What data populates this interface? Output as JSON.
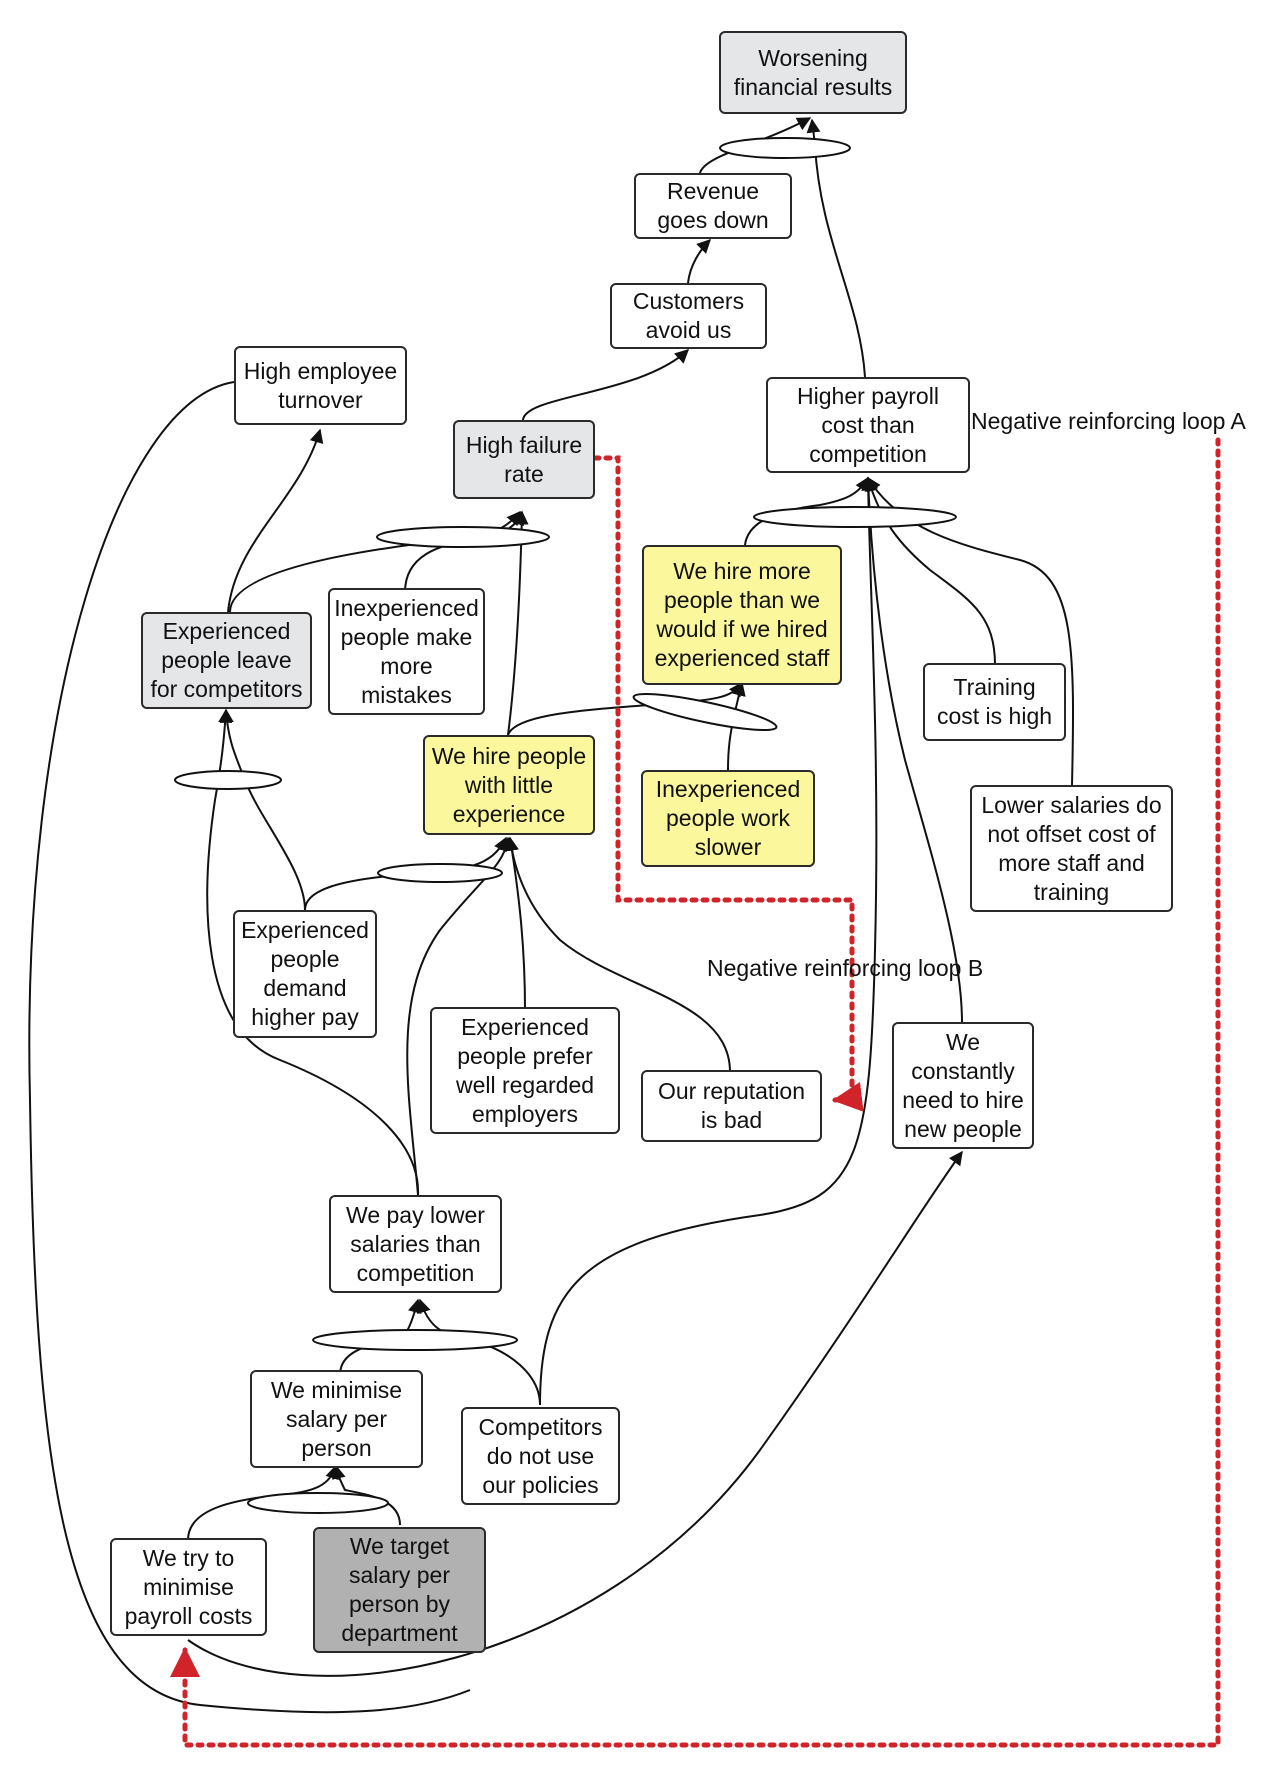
{
  "colors": {
    "node_border": "#2a2a2a",
    "edge": "#111111",
    "loop_edge": "#d0232a",
    "white_fill": "#ffffff",
    "gray_fill": "#e5e6e8",
    "yellow_fill": "#fbf79c",
    "dark_fill": "#b1b1b1"
  },
  "nodes": {
    "worsening": "Worsening\nfinancial results",
    "revenue": "Revenue\ngoes down",
    "customers": "Customers\navoid us",
    "turnover": "High employee\nturnover",
    "failure": "High failure\nrate",
    "payroll": "Higher payroll\ncost than\ncompetition",
    "hire_more": "We hire more\npeople than we\nwould if we hired\nexperienced staff",
    "exp_leave": "Experienced\npeople leave\nfor competitors",
    "inexp_mistakes": "Inexperienced\npeople make\nmore\nmistakes",
    "training": "Training\ncost is high",
    "hire_little": "We hire people\nwith little\nexperience",
    "inexp_slower": "Inexperienced\npeople work\nslower",
    "lower_salaries": "Lower salaries do\nnot offset cost of\nmore staff and\ntraining",
    "exp_demand": "Experienced\npeople\ndemand\nhigher pay",
    "exp_prefer": "Experienced\npeople prefer\nwell regarded\nemployers",
    "reputation": "Our reputation\nis bad",
    "constantly": "We\nconstantly\nneed to hire\nnew people",
    "pay_lower": "We pay lower\nsalaries than\ncompetition",
    "minimise_salary": "We minimise\nsalary per\nperson",
    "competitors": "Competitors\ndo not use\nour policies",
    "try_minimise": "We try to\nminimise\npayroll costs",
    "target_salary": "We target\nsalary per\nperson by\ndepartment"
  },
  "labels": {
    "loop_a": "Negative reinforcing loop A",
    "loop_b": "Negative reinforcing loop B"
  }
}
